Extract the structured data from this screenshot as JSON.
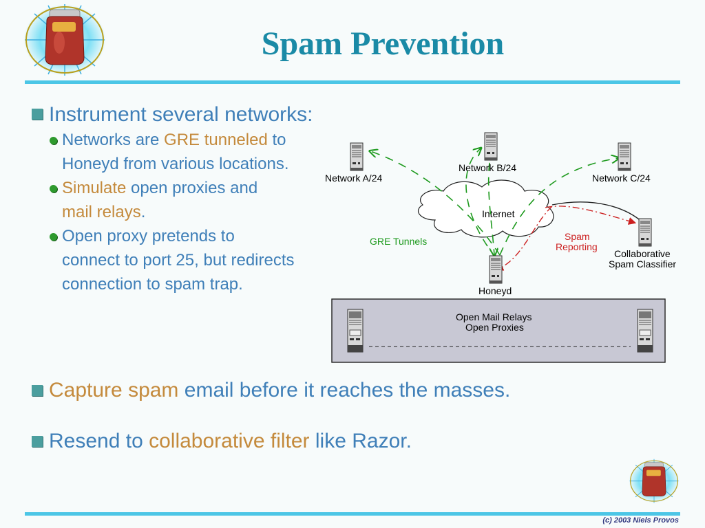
{
  "title": "Spam Prevention",
  "footer": "(c) 2003 Niels Provos",
  "bullets": {
    "instrument": "Instrument several networks:",
    "sub1": {
      "a": "Networks are ",
      "b": "GRE tunneled",
      "c": " to",
      "d": "Honeyd from various locations."
    },
    "sub2": {
      "a": "Simulate",
      "b": " open proxies and",
      "c": "mail relays",
      "d": "."
    },
    "sub3": {
      "a": "Open proxy pretends to",
      "b": "connect to port 25, but redirects",
      "c": "connection to spam trap."
    },
    "capture": {
      "a": "Capture spam",
      "b": " email before it reaches the masses."
    },
    "resend": {
      "a": "Resend to ",
      "b": "collaborative filter",
      "c": " like Razor."
    }
  },
  "diagram": {
    "network_a": "Network A/24",
    "network_b": "Network B/24",
    "network_c": "Network C/24",
    "internet": "Internet",
    "gre_tunnels": "GRE Tunnels",
    "spam_reporting_1": "Spam",
    "spam_reporting_2": "Reporting",
    "classifier_1": "Collaborative",
    "classifier_2": "Spam Classifier",
    "honeyd": "Honeyd",
    "box_line1": "Open Mail Relays",
    "box_line2": "Open Proxies"
  },
  "colors": {
    "title": "#1a8aa6",
    "body_text": "#3f7fb8",
    "highlight": "#c48a3c",
    "gre_line": "#1e9a1e",
    "spam_line": "#cc2020"
  }
}
